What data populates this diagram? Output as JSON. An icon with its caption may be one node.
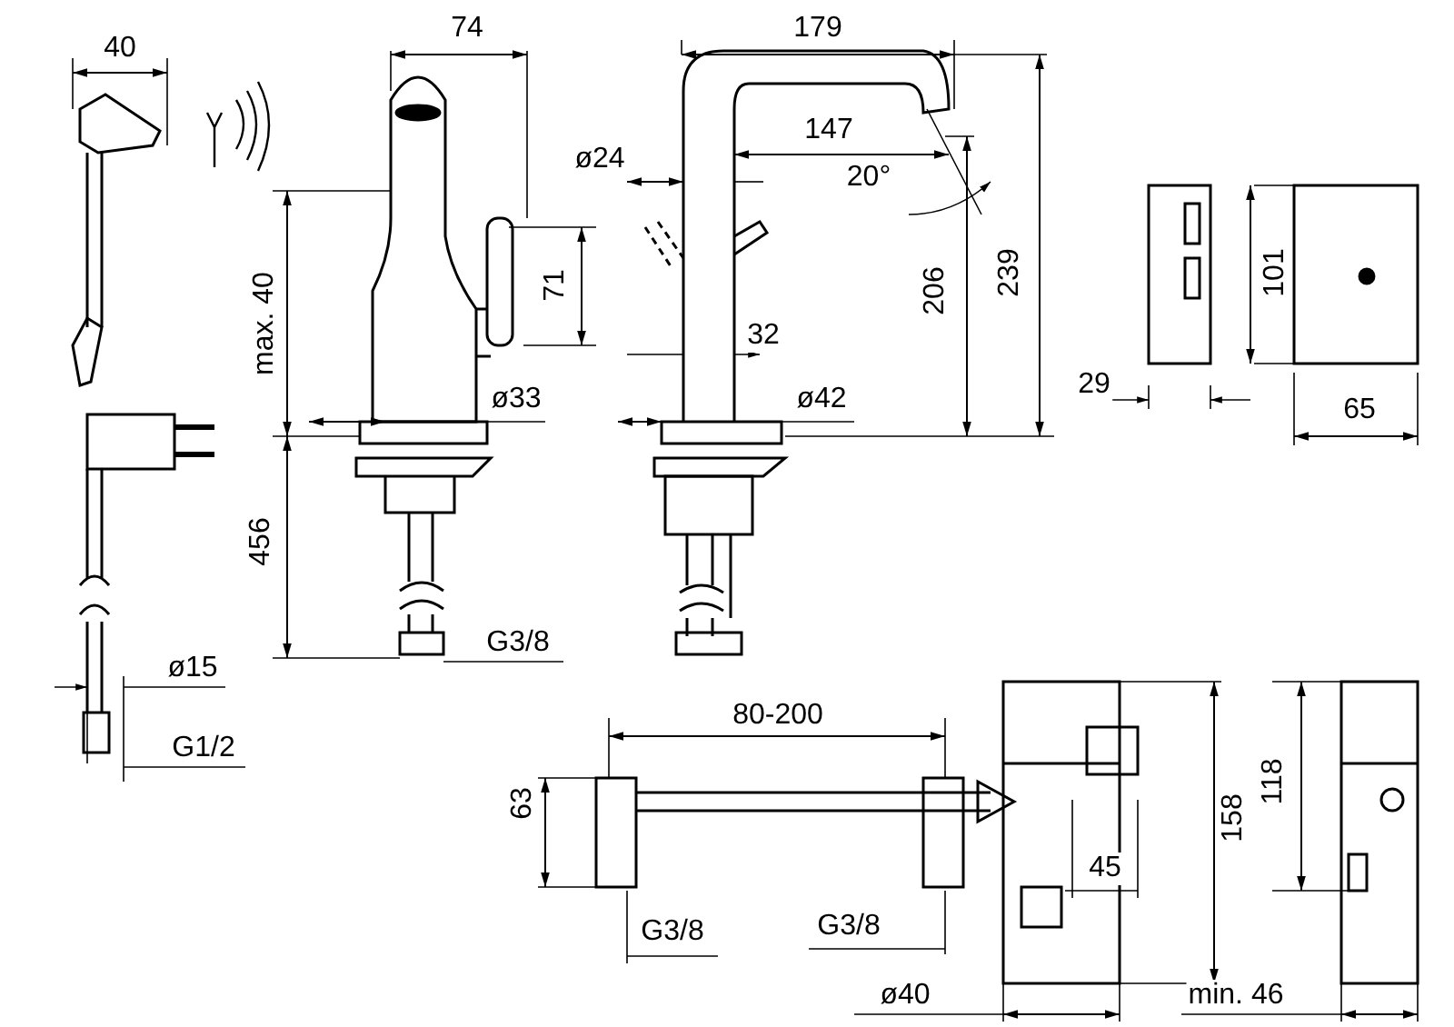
{
  "diagram": {
    "labels": [
      "40",
      "74",
      "179",
      "147",
      "ø24",
      "20°",
      "71",
      "206",
      "239",
      "101",
      "max. 40",
      "32",
      "ø33",
      "ø42",
      "29",
      "65",
      "456",
      "G3/8",
      "ø15",
      "80-200",
      "G1/2",
      "63",
      "158",
      "118",
      "45",
      "G3/8",
      "G3/8",
      "ø40",
      "min. 46"
    ]
  }
}
